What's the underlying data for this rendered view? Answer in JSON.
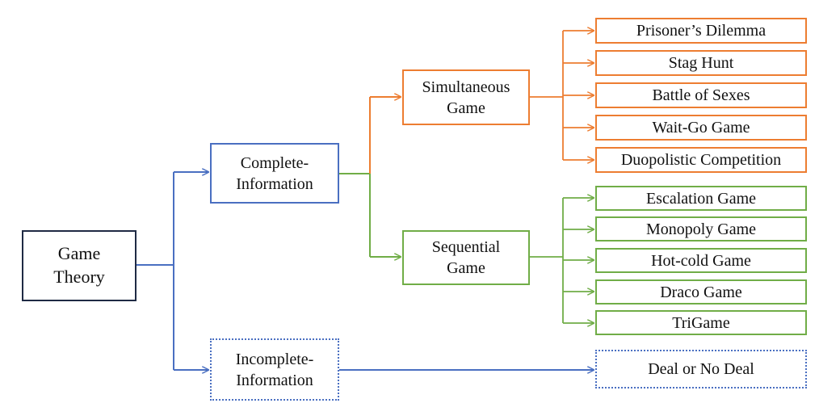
{
  "colors": {
    "root": "#1f2a44",
    "complete": "#4a6fc1",
    "simultaneous": "#ed7d31",
    "sequential": "#70ad47"
  },
  "root": {
    "label": "Game\nTheory"
  },
  "complete": {
    "label": "Complete-\nInformation"
  },
  "incomplete": {
    "label": "Incomplete-\nInformation"
  },
  "simultaneous": {
    "label": "Simultaneous\nGame",
    "games": [
      "Prisoner’s Dilemma",
      "Stag Hunt",
      "Battle of Sexes",
      "Wait-Go Game",
      "Duopolistic Competition"
    ]
  },
  "sequential": {
    "label": "Sequential\nGame",
    "games": [
      "Escalation Game",
      "Monopoly Game",
      "Hot-cold Game",
      "Draco Game",
      "TriGame"
    ]
  },
  "incomplete_games": [
    "Deal or No Deal"
  ]
}
